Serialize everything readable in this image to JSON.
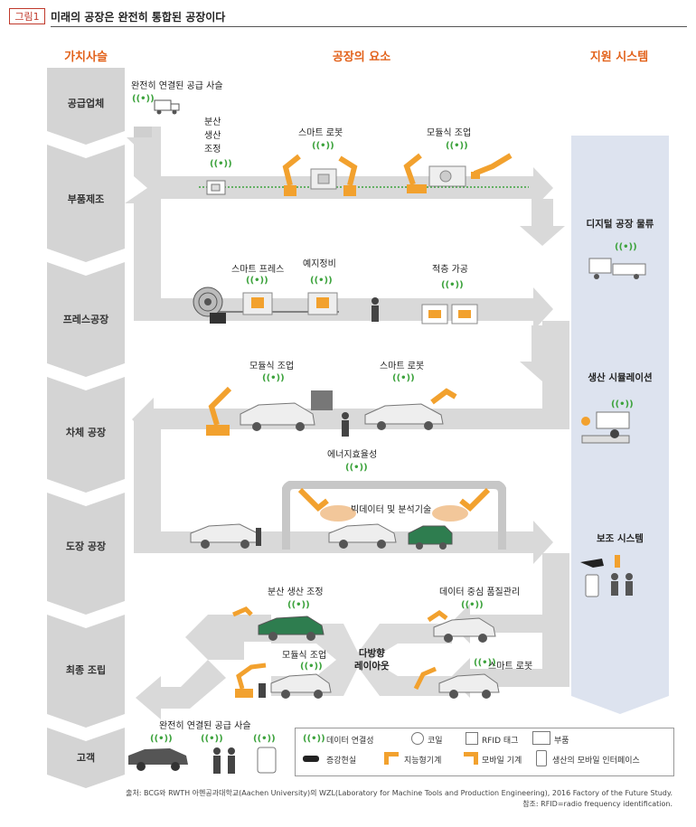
{
  "header": {
    "badge": "그림1",
    "title": "미래의 공장은 완전히 통합된 공장이다"
  },
  "columns": {
    "value_chain": "가치사슬",
    "elements": "공장의 요소",
    "support": "지원 시스템"
  },
  "stages": [
    "공급업체",
    "부품제조",
    "프레스공장",
    "차체 공장",
    "도장 공장",
    "최종 조립",
    "고객"
  ],
  "labels": {
    "supply_chain_top": "완전히 연결된 공급 사슬",
    "distributed_control": "분산\n생산\n조정",
    "smart_robot_1": "스마트 로봇",
    "modular_assembly_1": "모듈식 조업",
    "smart_press": "스마트 프레스",
    "predictive_maint": "예지정비",
    "additive": "적층 가공",
    "modular_assembly_2": "모듈식 조업",
    "smart_robot_2": "스마트 로봇",
    "energy_eff": "에너지효율성",
    "big_data": "빅데이터 및 분석기술",
    "dist_prod_control": "분산 생산 조정",
    "data_quality": "데이터 중심 품질관리",
    "modular_assembly_3": "모듈식 조업",
    "multi_layout": "다방향\n레이아웃",
    "smart_robot_3": "스마트 로봇",
    "supply_chain_bottom": "완전히 연결된 공급 사슬"
  },
  "support_items": [
    "디지털 공장 물류",
    "생산 시뮬레이션",
    "보조 시스템"
  ],
  "legend": {
    "connectivity": "데이터 연결성",
    "coil": "코일",
    "rfid": "RFID 태그",
    "part": "부품",
    "ar": "증강현실",
    "smart_machine": "지능형기계",
    "mobile_machine": "모바일 기계",
    "mobile_interface": "생산의 모바일 인터페이스"
  },
  "source": {
    "line1": "출처: BCG와 RWTH 아헨공과대학교(Aachen University)의 WZL(Laboratory for Machine Tools and Production Engineering), 2016 Factory of the Future Study.",
    "line2": "참조: RFID=radio frequency identification."
  },
  "icons": [
    "wifi-icon",
    "truck-icon",
    "robot-arm-icon",
    "car-icon",
    "coil-icon",
    "rfid-icon",
    "part-icon",
    "ar-glasses-icon",
    "person-icon",
    "phone-icon"
  ],
  "colors": {
    "accent": "#e2621b",
    "robot": "#f2a12e",
    "flow": "#d7d7d7",
    "support": "#dde3ef",
    "connect": "#3da33d",
    "badge": "#c0392b"
  }
}
